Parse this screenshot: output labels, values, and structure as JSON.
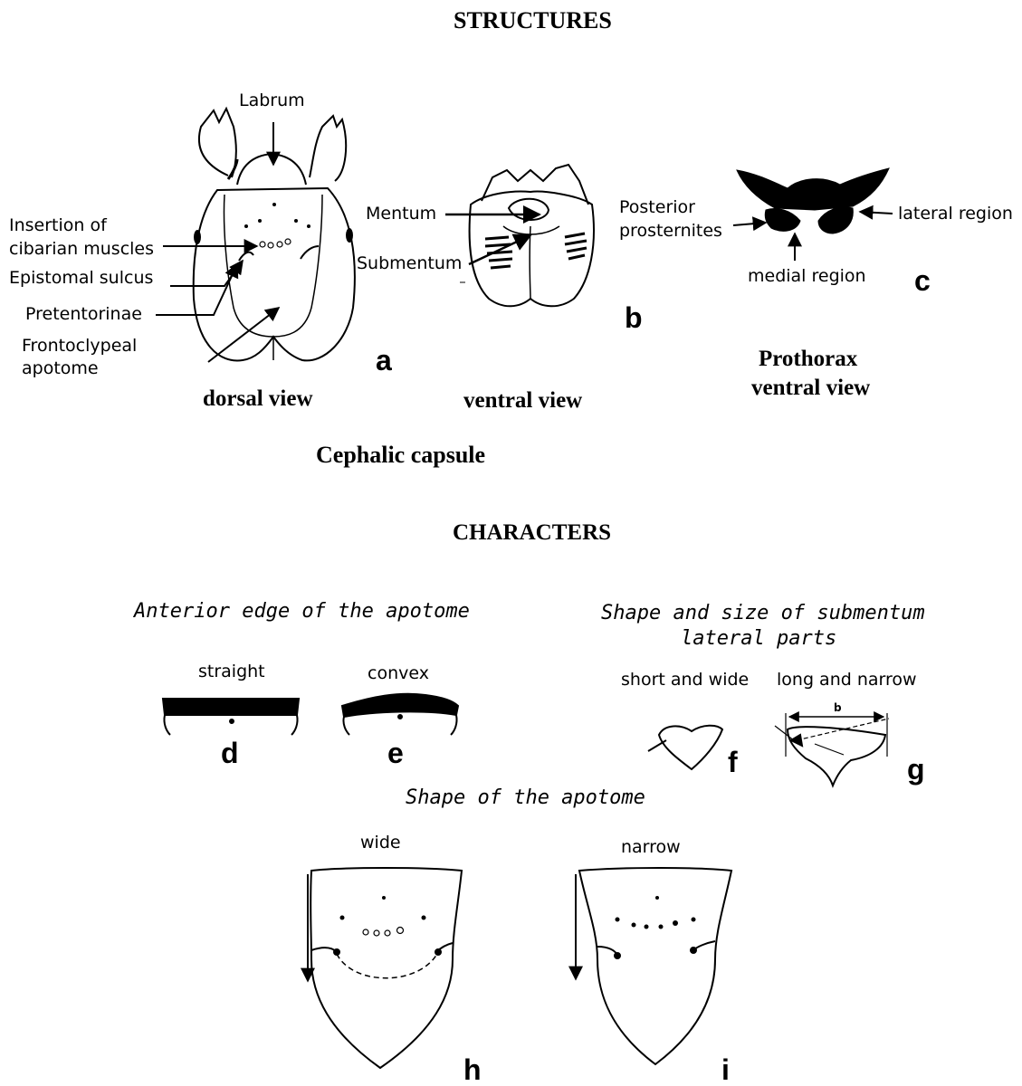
{
  "structures_title": "STRUCTURES",
  "cephalic": {
    "caption": "Cephalic capsule",
    "a": {
      "letter": "a",
      "view": "dorsal view",
      "labels": {
        "labrum": "Labrum",
        "insertion_1": "Insertion of",
        "insertion_2": "cibarian muscles",
        "epistomal": "Epistomal sulcus",
        "pretentorinae": "Pretentorinae",
        "frontoclypeal_1": "Frontoclypeal",
        "frontoclypeal_2": "apotome"
      }
    },
    "b": {
      "letter": "b",
      "view": "ventral view",
      "labels": {
        "mentum": "Mentum",
        "submentum": "Submentum"
      }
    }
  },
  "prothorax": {
    "letter": "c",
    "title_1": "Prothorax",
    "title_2": "ventral view",
    "labels": {
      "posterior_1": "Posterior",
      "posterior_2": "prosternites",
      "lateral": "lateral region",
      "medial": "medial region"
    }
  },
  "characters_title": "CHARACTERS",
  "anterior_edge": {
    "title": "Anterior edge of the apotome",
    "options": [
      {
        "label": "straight",
        "letter": "d"
      },
      {
        "label": "convex",
        "letter": "e"
      }
    ]
  },
  "submentum_shape": {
    "title_1": "Shape and size of submentum",
    "title_2": "lateral parts",
    "options": [
      {
        "label": "short and wide",
        "letter": "f"
      },
      {
        "label": "long and narrow",
        "letter": "g",
        "dimension": "b"
      }
    ]
  },
  "apotome_shape": {
    "title": "Shape of the apotome",
    "options": [
      {
        "label": "wide",
        "letter": "h"
      },
      {
        "label": "narrow",
        "letter": "i"
      }
    ]
  }
}
